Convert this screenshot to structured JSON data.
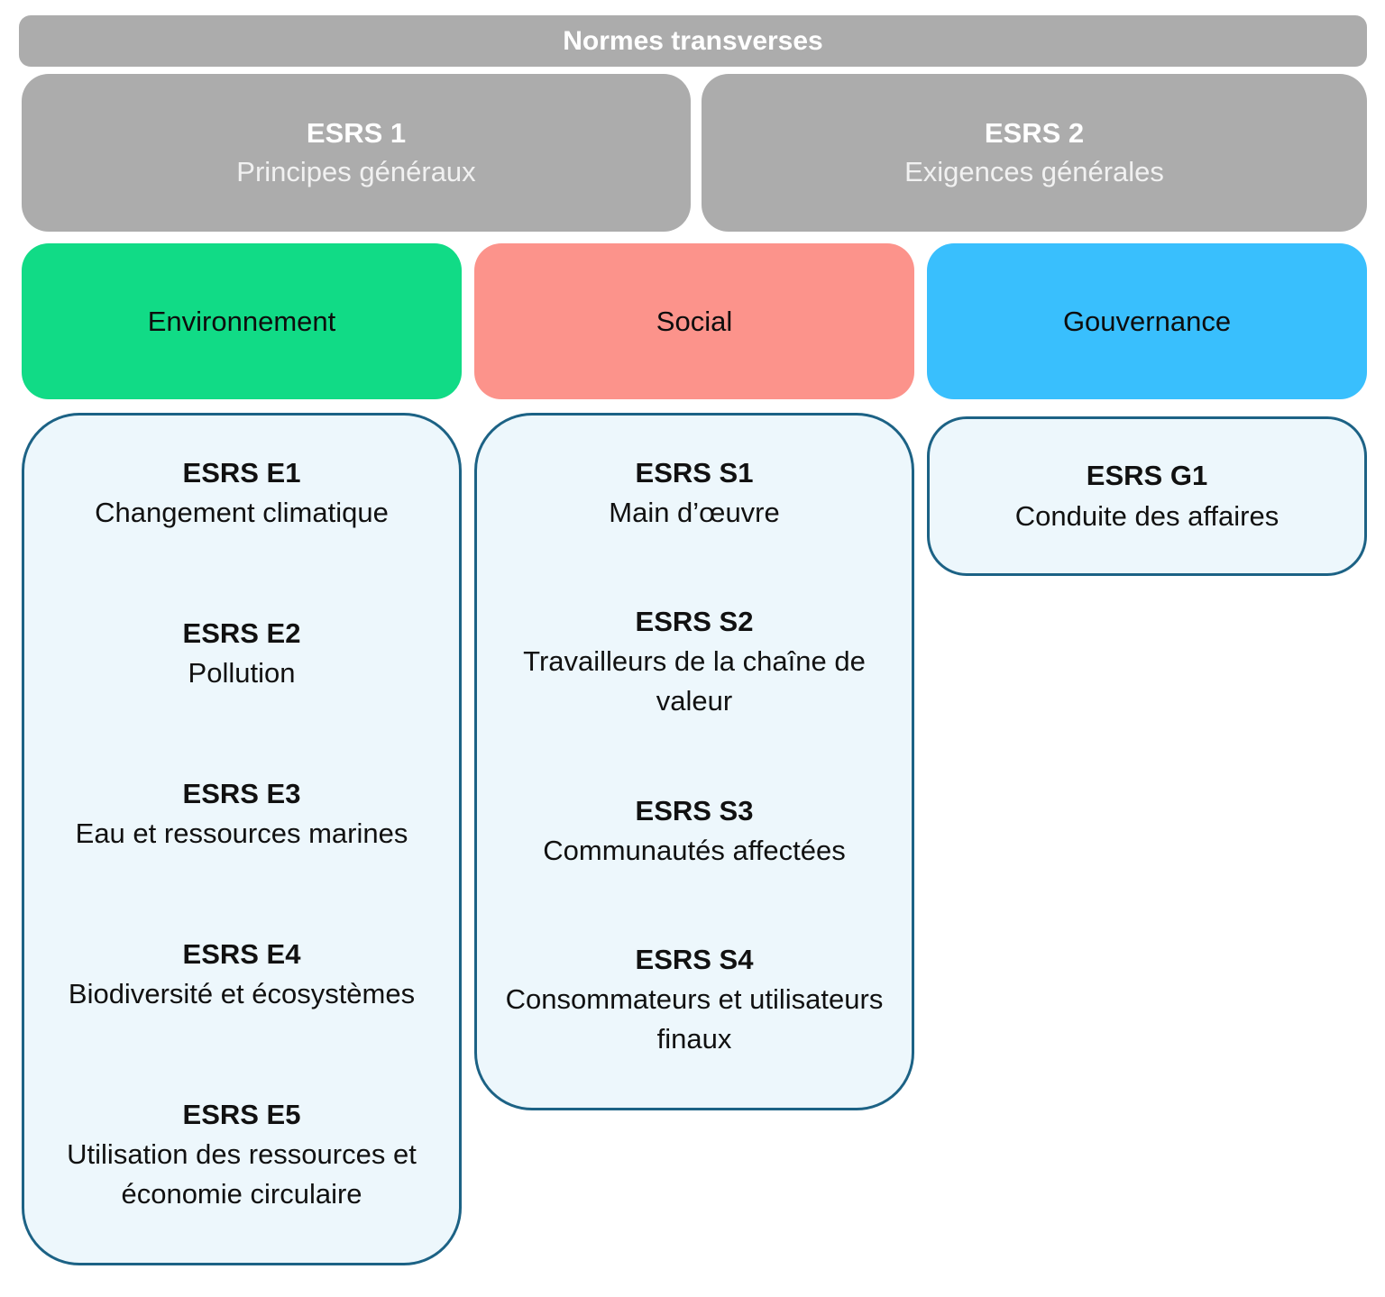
{
  "top_bar": {
    "label": "Normes transverses"
  },
  "transversal_standards": [
    {
      "code": "ESRS 1",
      "label": "Principes généraux"
    },
    {
      "code": "ESRS 2",
      "label": "Exigences générales"
    }
  ],
  "pillars": [
    {
      "name": "Environnement",
      "color": "#11DB86"
    },
    {
      "name": "Social",
      "color": "#FC938B"
    },
    {
      "name": "Gouvernance",
      "color": "#39BFFD"
    }
  ],
  "standards": {
    "environnement": [
      {
        "code": "ESRS E1",
        "label": "Changement climatique"
      },
      {
        "code": "ESRS E2",
        "label": "Pollution"
      },
      {
        "code": "ESRS E3",
        "label": "Eau et ressources marines"
      },
      {
        "code": "ESRS E4",
        "label": "Biodiversité et écosystèmes"
      },
      {
        "code": "ESRS E5",
        "label": "Utilisation des ressources et économie circulaire"
      }
    ],
    "social": [
      {
        "code": "ESRS S1",
        "label": "Main d’œuvre"
      },
      {
        "code": "ESRS S2",
        "label": "Travailleurs de la chaîne de valeur"
      },
      {
        "code": "ESRS S3",
        "label": "Communautés affectées"
      },
      {
        "code": "ESRS S4",
        "label": "Consommateurs et utilisateurs finaux"
      }
    ],
    "gouvernance": [
      {
        "code": "ESRS G1",
        "label": "Conduite des affaires"
      }
    ]
  },
  "colors": {
    "gray_box": "#ACACAC",
    "card_fill": "#EDF7FC",
    "card_border": "#1C6285",
    "text_dark": "#111111",
    "text_light": "#FFFFFF"
  }
}
